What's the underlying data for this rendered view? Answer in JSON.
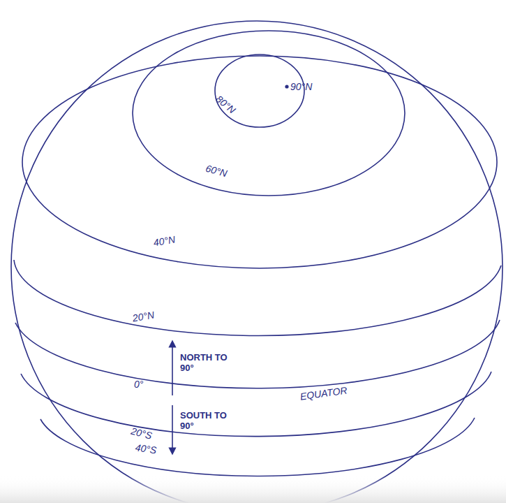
{
  "diagram": {
    "labels": [
      "90°N",
      "80°N",
      "60°N",
      "40°N",
      "20°N",
      "0°",
      "NORTH TO 90°",
      "EQUATOR",
      "SOUTH TO 90°",
      "20°S",
      "40°S"
    ]
  }
}
